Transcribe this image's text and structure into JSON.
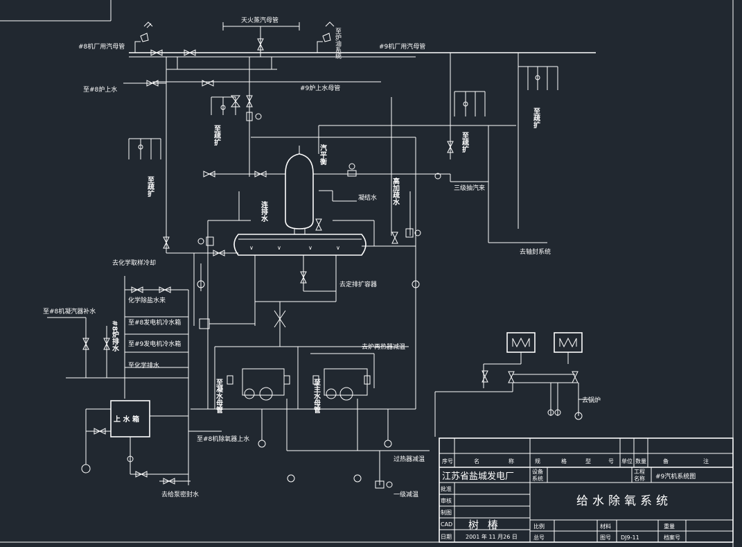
{
  "labels": {
    "tianranqi": "天火蒸汽母管",
    "zhi_lu_you": "至炉油系统",
    "h8_chang_qi": "#8机厂用汽母管",
    "h9_chang_qi": "#9机厂用汽母管",
    "zhi_h8_lu": "至#8炉上水",
    "h9_lu_shang": "#9炉上水母管",
    "zhi_shu_kuo_1": "至疏扩",
    "zhi_shu_kuo_2": "至疏扩",
    "zhi_shu_kuo_3": "至疏扩",
    "zhi_shu_kuo_4": "至疏扩",
    "qi_ping_heng": "汽平衡",
    "gao_jia_shu_shui": "高加疏水",
    "san_ji_chou_qi": "三级抽汽来",
    "lian_pai_shui": "连排水",
    "fu_zhu_shui": "凝结水",
    "qu_jiang_hua": "去轴封系统",
    "qu_hua_xue": "去化学取样冷却",
    "hua_xue": "化学除盐水来",
    "zhi_h8_kong": "至#8发电机冷水箱",
    "zhi_h9_kong": "至#9发电机冷水箱",
    "zhi_hua_xue": "至化学排水",
    "zhi_h8_ning": "至#8机凝汽器补水",
    "h8_lu_pai": "#8炉排水",
    "qu_ding_pai": "去定排扩容器",
    "qu_lu_guo": "去炉再热器减温",
    "shang_shui_xiang": "上 水 箱",
    "zhi_h8_chu_yang": "至#8机除氧器上水",
    "qu_geng_bei": "去给泵密封水",
    "qu_guo_re": "过热器减温",
    "yi_jian_wen": "一级减温",
    "zhi_zao_shui": "至凝水母管",
    "zhi_zhu_shui": "至主水母管",
    "qu_gu_lu": "去锅炉"
  },
  "title_block": {
    "headers": [
      "序号",
      "名",
      "称",
      "规",
      "格",
      "型",
      "号",
      "单位",
      "数量",
      "备",
      "注"
    ],
    "company": "江苏省盐城发电厂",
    "row_labels": [
      "批准",
      "审核",
      "制图",
      "CAD",
      "日期"
    ],
    "designer_sig": "树 椿",
    "date": "2001  年 11 月26 日",
    "drawing_name": "给水除氧系统",
    "sub_project": "#9汽机系统图",
    "proj_labels": [
      "设备",
      "系统"
    ],
    "proj_right": [
      "工程",
      "名称"
    ],
    "bottom": {
      "scale_label": "比例",
      "material_label": "材料",
      "weight_label": "重量",
      "sheet_label": "总号",
      "drawing_no_label": "图号",
      "drawing_no": "DJ9-11",
      "archive_label": "档案号"
    }
  },
  "colors": {
    "background": "#212830",
    "line": "#ffffff"
  }
}
